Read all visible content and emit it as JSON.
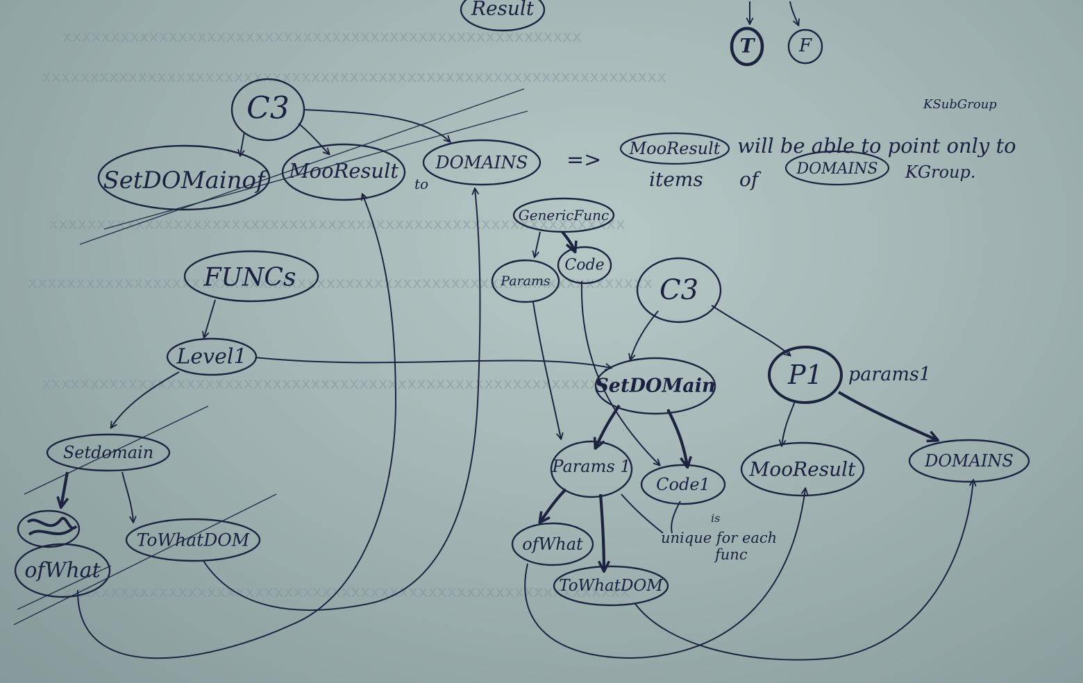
{
  "nodes": {
    "result": "Result",
    "t": "T",
    "f": "F",
    "c3_top": "C3",
    "setdomainof": "SetDOMainof",
    "mooresult_top": "MooResult",
    "domains_top": "DOMAINS",
    "funcs": "FUNCs",
    "level1": "Level1",
    "setdomain_left": "Setdomain",
    "struck_left": "",
    "ofwhat_left": "ofWhat",
    "towhatdom_left": "ToWhatDOM",
    "genericfunc": "GenericFunc",
    "params_small": "Params",
    "code_small": "Code",
    "c3_right": "C3",
    "setdomain_center": "SetDOMain",
    "p1": "P1",
    "params1": "Params 1",
    "code1": "Code1",
    "ofwhat_center": "ofWhat",
    "towhatdom_center": "ToWhatDOM",
    "mooresult_right": "MooResult",
    "domains_right": "DOMAINS"
  },
  "labels": {
    "to_word": "to",
    "params1_side": "params1",
    "unique_note_a": "is",
    "unique_note_b": "unique for each",
    "unique_note_c": "func"
  },
  "note": {
    "superscript": "KSubGroup",
    "arrow": "=>",
    "word_mooresult": "MooResult",
    "line1_rest": "will be able to point only to",
    "line2_start": "items",
    "line2_of": "of",
    "word_domains": "DOMAINS",
    "line2_end": "KGroup."
  },
  "colors": {
    "paper": "#a9bcbb",
    "ink": "#1c2340"
  }
}
